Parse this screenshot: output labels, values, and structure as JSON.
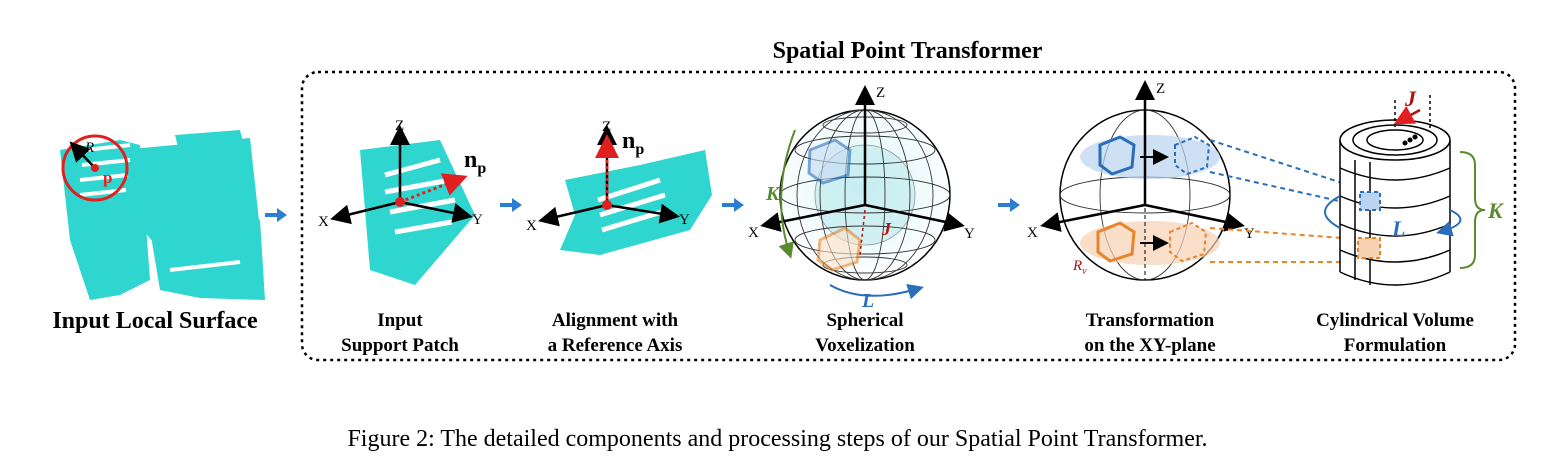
{
  "figure": {
    "title": "Spatial Point Transformer",
    "caption": "Figure 2: The detailed components and processing steps of our Spatial Point Transformer.",
    "input_label": "Input Local Surface",
    "steps": [
      {
        "line1": "Input",
        "line2": "Support Patch"
      },
      {
        "line1": "Alignment with",
        "line2": "a Reference Axis"
      },
      {
        "line1": "Spherical",
        "line2": "Voxelization"
      },
      {
        "line1": "Transformation",
        "line2": "on the XY-plane"
      },
      {
        "line1": "Cylindrical Volume",
        "line2": "Formulation"
      }
    ],
    "symbols": {
      "R": "R",
      "p": "p",
      "np": "n",
      "np_sub": "p",
      "X": "X",
      "Y": "Y",
      "Z": "Z",
      "K": "K",
      "L": "L",
      "J": "J",
      "Rv": "R",
      "Rv_sub": "v"
    },
    "colors": {
      "surface": "#2fd6d0",
      "red": "#e02020",
      "blue": "#2a6db8",
      "orange": "#e8842a",
      "green": "#5a8a2e",
      "dark_red": "#b01010"
    }
  }
}
